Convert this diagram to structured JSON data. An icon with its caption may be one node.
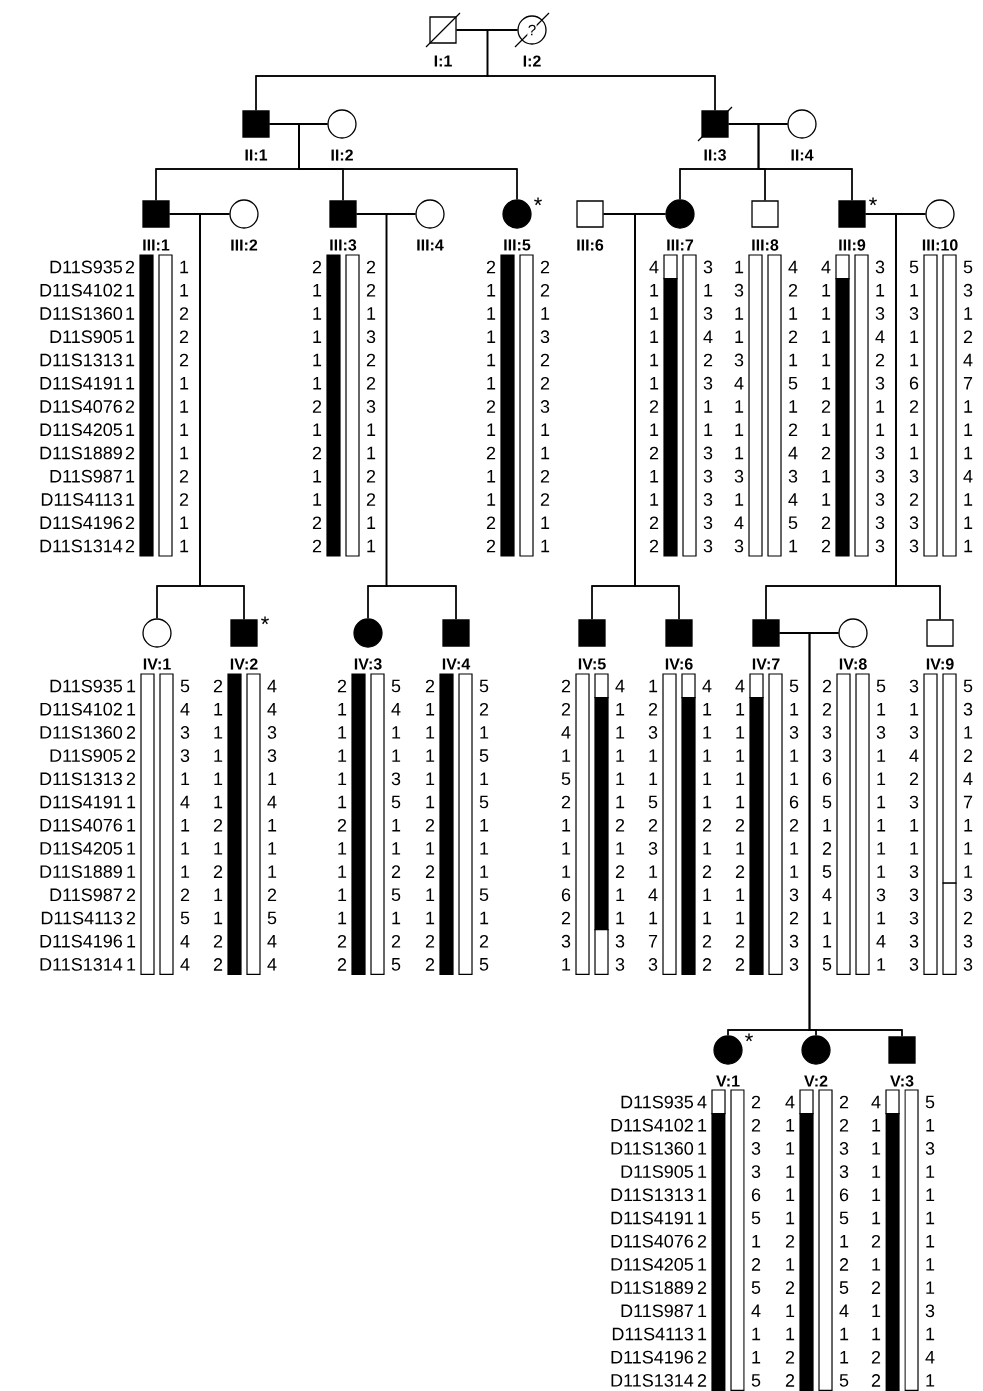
{
  "diagram": {
    "nodes": [
      {
        "text": [
          "I:1"
        ]
      },
      {
        "text": [
          "?",
          "I:2"
        ]
      },
      {
        "text": [
          "II:1"
        ]
      },
      {
        "text": [
          "II:2"
        ]
      },
      {
        "text": [
          "II:3"
        ]
      },
      {
        "text": [
          "II:4"
        ]
      },
      {
        "text": [
          "III:1"
        ],
        "beside": [
          "2",
          "1",
          "1",
          "1",
          "1",
          "1",
          "2",
          "1",
          "2",
          "1",
          "1",
          "2",
          "2",
          "1",
          "1",
          "2",
          "2",
          "2",
          "1",
          "1",
          "1",
          "1",
          "2",
          "2",
          "1",
          "1"
        ]
      },
      {
        "text": [
          "III:2"
        ]
      },
      {
        "text": [
          "III:3"
        ],
        "beside": [
          "2",
          "1",
          "1",
          "1",
          "1",
          "1",
          "2",
          "1",
          "2",
          "1",
          "1",
          "2",
          "2",
          "2",
          "2",
          "1",
          "3",
          "2",
          "2",
          "3",
          "1",
          "1",
          "2",
          "2",
          "1",
          "1"
        ]
      },
      {
        "text": [
          "III:4"
        ]
      },
      {
        "text": [
          "III:5"
        ],
        "beside": [
          "*",
          "2",
          "1",
          "1",
          "1",
          "1",
          "1",
          "2",
          "1",
          "2",
          "1",
          "1",
          "2",
          "2",
          "2",
          "2",
          "1",
          "3",
          "2",
          "2",
          "3",
          "1",
          "1",
          "2",
          "2",
          "1",
          "1"
        ]
      },
      {
        "text": [
          "III:6"
        ]
      },
      {
        "text": [
          "III:7"
        ],
        "beside": [
          "4",
          "1",
          "1",
          "1",
          "1",
          "1",
          "2",
          "1",
          "2",
          "1",
          "1",
          "2",
          "2",
          "3",
          "1",
          "3",
          "4",
          "2",
          "3",
          "1",
          "1",
          "3",
          "3",
          "3",
          "3",
          "3"
        ]
      },
      {
        "text": [
          "III:8"
        ],
        "beside": [
          "1",
          "3",
          "1",
          "1",
          "3",
          "4",
          "1",
          "1",
          "1",
          "3",
          "1",
          "4",
          "3",
          "4",
          "2",
          "1",
          "2",
          "1",
          "5",
          "1",
          "2",
          "4",
          "3",
          "4",
          "5",
          "1"
        ]
      },
      {
        "text": [
          "III:9"
        ],
        "beside": [
          "*",
          "4",
          "1",
          "1",
          "1",
          "1",
          "1",
          "2",
          "1",
          "2",
          "1",
          "1",
          "2",
          "2",
          "3",
          "1",
          "3",
          "4",
          "2",
          "3",
          "1",
          "1",
          "3",
          "3",
          "3",
          "3",
          "3"
        ]
      },
      {
        "text": [
          "III:10"
        ],
        "beside": [
          "5",
          "1",
          "3",
          "1",
          "1",
          "6",
          "2",
          "1",
          "1",
          "3",
          "2",
          "3",
          "3",
          "5",
          "3",
          "1",
          "2",
          "4",
          "7",
          "1",
          "1",
          "1",
          "4",
          "1",
          "1",
          "1"
        ]
      },
      {
        "text": [
          "IV:1"
        ],
        "beside": [
          "1",
          "1",
          "2",
          "2",
          "2",
          "1",
          "1",
          "1",
          "1",
          "2",
          "2",
          "1",
          "1",
          "5",
          "4",
          "3",
          "3",
          "1",
          "4",
          "1",
          "1",
          "1",
          "2",
          "5",
          "4",
          "4"
        ]
      },
      {
        "text": [
          "IV:2"
        ],
        "beside": [
          "*",
          "2",
          "1",
          "1",
          "1",
          "1",
          "1",
          "2",
          "1",
          "2",
          "1",
          "1",
          "2",
          "2",
          "4",
          "4",
          "3",
          "3",
          "1",
          "4",
          "1",
          "1",
          "1",
          "2",
          "5",
          "4",
          "4"
        ]
      },
      {
        "text": [
          "IV:3"
        ],
        "beside": [
          "2",
          "1",
          "1",
          "1",
          "1",
          "1",
          "2",
          "1",
          "1",
          "1",
          "1",
          "2",
          "2",
          "5",
          "4",
          "1",
          "1",
          "3",
          "5",
          "1",
          "1",
          "2",
          "5",
          "1",
          "2",
          "5"
        ]
      },
      {
        "text": [
          "IV:4"
        ],
        "beside": [
          "2",
          "1",
          "1",
          "1",
          "1",
          "1",
          "2",
          "1",
          "2",
          "1",
          "1",
          "2",
          "2",
          "5",
          "2",
          "1",
          "5",
          "1",
          "5",
          "1",
          "1",
          "1",
          "5",
          "1",
          "2",
          "5"
        ]
      },
      {
        "text": [
          "IV:5"
        ],
        "beside": [
          "2",
          "2",
          "4",
          "1",
          "5",
          "2",
          "1",
          "1",
          "1",
          "6",
          "2",
          "3",
          "1",
          "4",
          "1",
          "1",
          "1",
          "1",
          "1",
          "2",
          "1",
          "2",
          "1",
          "1",
          "3",
          "3"
        ]
      },
      {
        "text": [
          "IV:6"
        ],
        "beside": [
          "1",
          "2",
          "3",
          "1",
          "1",
          "5",
          "2",
          "3",
          "1",
          "4",
          "1",
          "7",
          "3",
          "4",
          "1",
          "1",
          "1",
          "1",
          "1",
          "2",
          "1",
          "2",
          "1",
          "1",
          "2",
          "2"
        ]
      },
      {
        "text": [
          "IV:7"
        ],
        "beside": [
          "4",
          "1",
          "1",
          "1",
          "1",
          "1",
          "2",
          "1",
          "2",
          "1",
          "1",
          "2",
          "2",
          "5",
          "1",
          "3",
          "1",
          "1",
          "6",
          "2",
          "1",
          "1",
          "3",
          "2",
          "3",
          "3"
        ]
      },
      {
        "text": [
          "IV:8"
        ],
        "beside": [
          "2",
          "2",
          "3",
          "3",
          "6",
          "5",
          "1",
          "2",
          "5",
          "4",
          "1",
          "1",
          "5",
          "5",
          "1",
          "3",
          "1",
          "1",
          "1",
          "1",
          "1",
          "1",
          "3",
          "1",
          "4",
          "1"
        ]
      },
      {
        "text": [
          "IV:9"
        ],
        "beside": [
          "3",
          "1",
          "3",
          "4",
          "2",
          "3",
          "1",
          "1",
          "3",
          "3",
          "3",
          "3",
          "3",
          "5",
          "3",
          "1",
          "2",
          "4",
          "7",
          "1",
          "1",
          "1",
          "3",
          "2",
          "3",
          "3"
        ]
      },
      {
        "text": [
          "V:1"
        ],
        "beside": [
          "*",
          "4",
          "1",
          "1",
          "1",
          "1",
          "1",
          "2",
          "1",
          "2",
          "1",
          "1",
          "2",
          "2",
          "2",
          "2",
          "3",
          "3",
          "6",
          "5",
          "1",
          "2",
          "5",
          "4",
          "1",
          "1",
          "5"
        ]
      },
      {
        "text": [
          "V:2"
        ],
        "beside": [
          "4",
          "1",
          "1",
          "1",
          "1",
          "1",
          "2",
          "1",
          "2",
          "1",
          "1",
          "2",
          "2",
          "2",
          "2",
          "3",
          "3",
          "6",
          "5",
          "1",
          "2",
          "5",
          "4",
          "1",
          "1",
          "5"
        ]
      },
      {
        "text": [
          "V:3"
        ],
        "beside": [
          "4",
          "1",
          "1",
          "1",
          "1",
          "1",
          "2",
          "1",
          "2",
          "1",
          "1",
          "2",
          "2",
          "5",
          "1",
          "3",
          "1",
          "1",
          "1",
          "1",
          "1",
          "1",
          "3",
          "1",
          "4",
          "1"
        ]
      }
    ],
    "edges": [
      {
        "from": 0,
        "to": 1,
        "arrow": "none"
      },
      {
        "from": 2,
        "to": 3,
        "arrow": "none"
      },
      {
        "from": 4,
        "to": 5,
        "arrow": "none"
      },
      {
        "from": 6,
        "to": 7,
        "arrow": "none"
      },
      {
        "from": 8,
        "to": 9,
        "arrow": "none"
      },
      {
        "from": 11,
        "to": 12,
        "arrow": "none"
      },
      {
        "from": 14,
        "to": 15,
        "arrow": "none"
      },
      {
        "from": 22,
        "to": 23,
        "arrow": "none"
      },
      {
        "from": 0,
        "to": 2,
        "arrow": "none"
      },
      {
        "from": 1,
        "to": 2,
        "arrow": "none"
      },
      {
        "from": 0,
        "to": 4,
        "arrow": "none"
      },
      {
        "from": 1,
        "to": 4,
        "arrow": "none"
      },
      {
        "from": 2,
        "to": 6,
        "arrow": "none"
      },
      {
        "from": 3,
        "to": 6,
        "arrow": "none"
      },
      {
        "from": 2,
        "to": 8,
        "arrow": "none"
      },
      {
        "from": 3,
        "to": 8,
        "arrow": "none"
      },
      {
        "from": 2,
        "to": 10,
        "arrow": "none"
      },
      {
        "from": 3,
        "to": 10,
        "arrow": "none"
      },
      {
        "from": 4,
        "to": 12,
        "arrow": "none"
      },
      {
        "from": 5,
        "to": 12,
        "arrow": "none"
      },
      {
        "from": 4,
        "to": 13,
        "arrow": "none"
      },
      {
        "from": 5,
        "to": 13,
        "arrow": "none"
      },
      {
        "from": 4,
        "to": 14,
        "arrow": "none"
      },
      {
        "from": 5,
        "to": 14,
        "arrow": "none"
      },
      {
        "from": 6,
        "to": 16,
        "arrow": "none"
      },
      {
        "from": 7,
        "to": 16,
        "arrow": "none"
      },
      {
        "from": 6,
        "to": 17,
        "arrow": "none"
      },
      {
        "from": 7,
        "to": 17,
        "arrow": "none"
      },
      {
        "from": 8,
        "to": 18,
        "arrow": "none"
      },
      {
        "from": 9,
        "to": 18,
        "arrow": "none"
      },
      {
        "from": 8,
        "to": 19,
        "arrow": "none"
      },
      {
        "from": 9,
        "to": 19,
        "arrow": "none"
      },
      {
        "from": 11,
        "to": 20,
        "arrow": "none"
      },
      {
        "from": 12,
        "to": 20,
        "arrow": "none"
      },
      {
        "from": 11,
        "to": 21,
        "arrow": "none"
      },
      {
        "from": 12,
        "to": 21,
        "arrow": "none"
      },
      {
        "from": 14,
        "to": 22,
        "arrow": "none"
      },
      {
        "from": 15,
        "to": 22,
        "arrow": "none"
      },
      {
        "from": 14,
        "to": 24,
        "arrow": "none"
      },
      {
        "from": 15,
        "to": 24,
        "arrow": "none"
      },
      {
        "from": 22,
        "to": 25,
        "arrow": "none"
      },
      {
        "from": 23,
        "to": 25,
        "arrow": "none"
      },
      {
        "from": 22,
        "to": 26,
        "arrow": "none"
      },
      {
        "from": 23,
        "to": 26,
        "arrow": "none"
      },
      {
        "from": 22,
        "to": 27,
        "arrow": "none"
      },
      {
        "from": 23,
        "to": 27,
        "arrow": "none"
      }
    ],
    "labels": [
      "D11S935",
      "D11S4102",
      "D11S1360",
      "D11S905",
      "D11S1313",
      "D11S4191",
      "D11S4076",
      "D11S4205",
      "D11S1889",
      "D11S987",
      "D11S4113",
      "D11S4196",
      "D11S1314",
      "D11S935",
      "D11S4102",
      "D11S1360",
      "D11S905",
      "D11S1313",
      "D11S4191",
      "D11S4076",
      "D11S4205",
      "D11S1889",
      "D11S987",
      "D11S4113",
      "D11S4196",
      "D11S1314",
      "D11S935",
      "D11S4102",
      "D11S1360",
      "D11S905",
      "D11S1313",
      "D11S4191",
      "D11S4076",
      "D11S4205",
      "D11S1889",
      "D11S987",
      "D11S4113",
      "D11S4196",
      "D11S1314"
    ]
  }
}
